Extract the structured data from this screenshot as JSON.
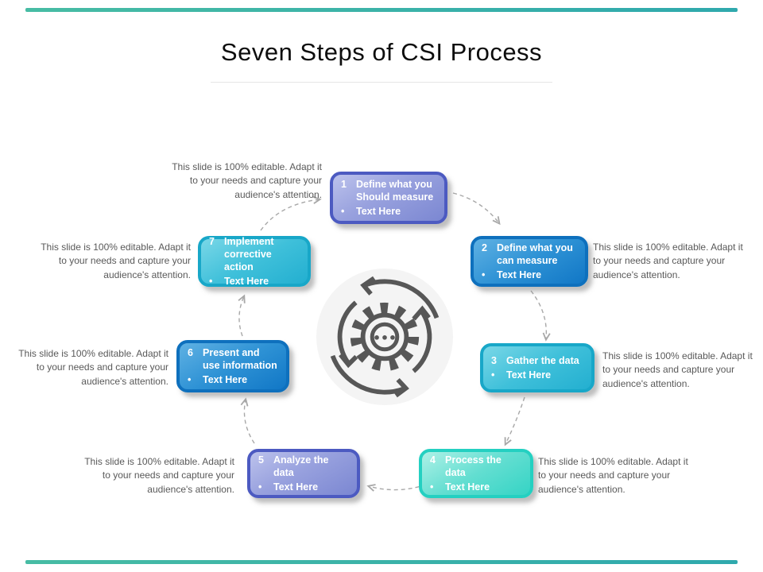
{
  "slide": {
    "title": "Seven Steps of CSI Process",
    "note": "This slide is 100% editable. Adapt it to your needs and capture your audience's attention.",
    "accent_color_left": "#47bca4",
    "accent_color_right": "#2fa9ad",
    "note_text_color": "#595959",
    "connector_color": "#a8a8a8",
    "center_icon": "gear-cycle-icon",
    "center_icon_color": "#575757"
  },
  "steps": [
    {
      "number": "1",
      "line1": "Define what you",
      "line2": "Should measure",
      "bullet": "Text Here",
      "scheme": "purple",
      "border_color": "#4c5ac1",
      "fill_light": "#bcc2ec",
      "fill_dark": "#7b87d2"
    },
    {
      "number": "2",
      "line1": "Define what you",
      "line2": "can measure",
      "bullet": "Text Here",
      "scheme": "blue",
      "border_color": "#0e70bd",
      "fill_light": "#5fb1e3",
      "fill_dark": "#1177c6"
    },
    {
      "number": "3",
      "line1": "Gather the data",
      "line2": "",
      "bullet": "Text Here",
      "scheme": "cyan",
      "border_color": "#18a7c8",
      "fill_light": "#79d7e7",
      "fill_dark": "#23afd0"
    },
    {
      "number": "4",
      "line1": "Process the data",
      "line2": "",
      "bullet": "Text Here",
      "scheme": "turquoise",
      "border_color": "#24d0c1",
      "fill_light": "#aef1e7",
      "fill_dark": "#35d4c5"
    },
    {
      "number": "5",
      "line1": "Analyze the data",
      "line2": "",
      "bullet": "Text Here",
      "scheme": "purple",
      "border_color": "#4c5ac1",
      "fill_light": "#bcc2ec",
      "fill_dark": "#7b87d2"
    },
    {
      "number": "6",
      "line1": "Present and",
      "line2": "use information",
      "bullet": "Text Here",
      "scheme": "blue",
      "border_color": "#0e70bd",
      "fill_light": "#5fb1e3",
      "fill_dark": "#1177c6"
    },
    {
      "number": "7",
      "line1": "Implement",
      "line2": "corrective action",
      "bullet": "Text Here",
      "scheme": "cyan",
      "border_color": "#18a7c8",
      "fill_light": "#79d7e7",
      "fill_dark": "#23afd0"
    }
  ]
}
